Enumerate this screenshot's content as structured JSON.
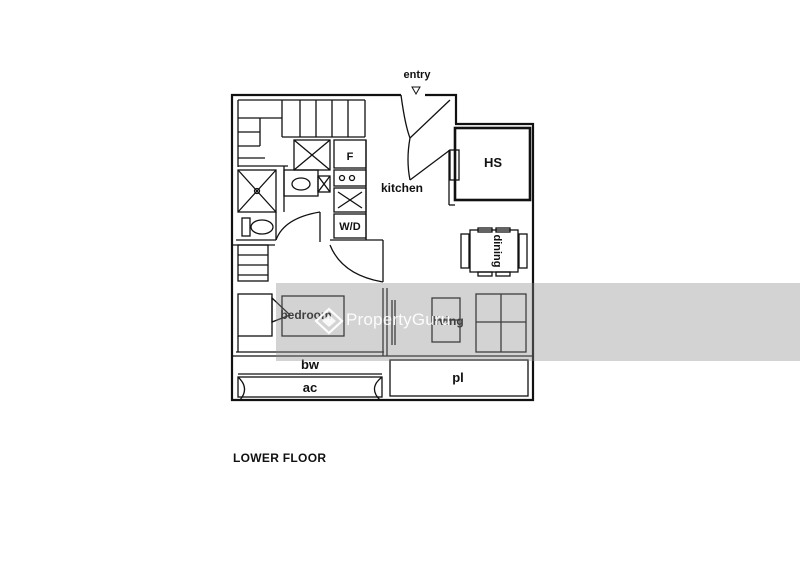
{
  "plan": {
    "labels": {
      "entry": "entry",
      "hs": "HS",
      "kitchen": "kitchen",
      "fridge": "F",
      "washer_dryer": "W/D",
      "dining": "dining",
      "bedroom": "bedroom",
      "living": "living",
      "bay_window": "bw",
      "aircon_ledge": "ac",
      "planter": "pl"
    },
    "caption": "LOWER FLOOR"
  },
  "watermark": {
    "brand": "PropertyGuru",
    "icon": "propertyguru-logo-icon",
    "band_color": "#8c8c8c"
  }
}
